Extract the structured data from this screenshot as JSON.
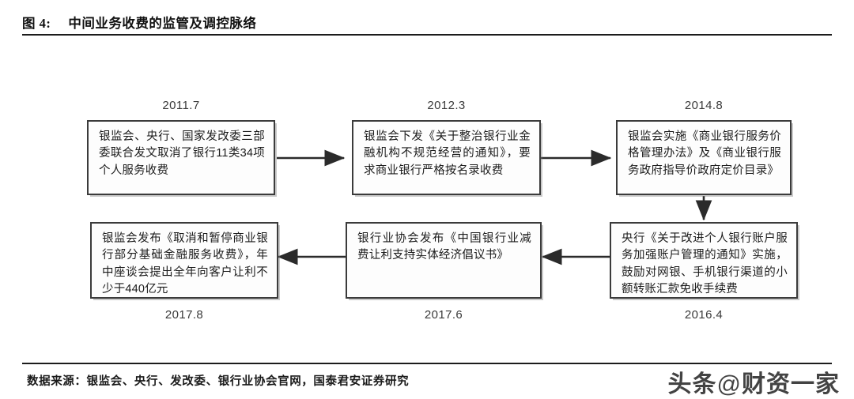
{
  "figure": {
    "number": "图 4:",
    "title": "中间业务收费的监管及调控脉络"
  },
  "source": {
    "label": "数据来源：银监会、央行、发改委、银行业协会官网，国泰君安证券研究"
  },
  "watermark": {
    "prefix": "头条",
    "at": "@",
    "suffix": "财资一家"
  },
  "colors": {
    "rule": "#1c1c1c",
    "box_border": "#3b3b3b",
    "box_fill": "#fdfdfd",
    "connector": "#2b2b2b",
    "text": "#1b1b1b",
    "date_text": "#3a3a3a"
  },
  "chart_data": {
    "type": "diagram",
    "title": "中间业务收费的监管及调控脉络",
    "layout": "timeline-flowchart, 2 rows x 3 columns, serpentine (row1 left-to-right, row2 right-to-left)",
    "nodes": [
      {
        "id": "n1",
        "date": "2011.7",
        "date_position": "above",
        "text": "银监会、央行、国家发改委三部委联合发文取消了银行11类34项个人服务收费"
      },
      {
        "id": "n2",
        "date": "2012.3",
        "date_position": "above",
        "text": "银监会下发《关于整治银行业金融机构不规范经营的通知》，要求商业银行严格按名录收费"
      },
      {
        "id": "n3",
        "date": "2014.8",
        "date_position": "above",
        "text": "银监会实施《商业银行服务价格管理办法》及《商业银行服务政府指导价政府定价目录》"
      },
      {
        "id": "n4",
        "date": "2016.4",
        "date_position": "below",
        "text": "央行《关于改进个人银行账户服务加强账户管理的通知》实施，鼓励对网银、手机银行渠道的小额转账汇款免收手续费"
      },
      {
        "id": "n5",
        "date": "2017.6",
        "date_position": "below",
        "text": "银行业协会发布《中国银行业减费让利支持实体经济倡议书》"
      },
      {
        "id": "n6",
        "date": "2017.8",
        "date_position": "below",
        "text": "银监会发布《取消和暂停商业银行部分基础金融服务收费》，年中座谈会提出全年向客户让利不少于440亿元"
      }
    ],
    "edges": [
      {
        "from": "n1",
        "to": "n2",
        "direction": "right"
      },
      {
        "from": "n2",
        "to": "n3",
        "direction": "right"
      },
      {
        "from": "n3",
        "to": "n4",
        "direction": "down"
      },
      {
        "from": "n4",
        "to": "n5",
        "direction": "left"
      },
      {
        "from": "n5",
        "to": "n6",
        "direction": "left"
      }
    ]
  }
}
